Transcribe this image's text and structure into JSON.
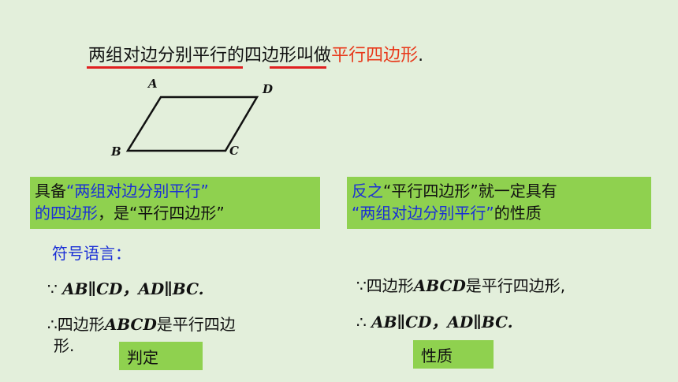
{
  "definition": {
    "part1": "两组对边分别平行",
    "part2": "的",
    "part3": "四边形",
    "part4": "叫做",
    "part5": "平行四边形",
    "part6": "."
  },
  "figure": {
    "vertex_a": "A",
    "vertex_b": "B",
    "vertex_c": "C",
    "vertex_d": "D"
  },
  "left_box": {
    "line1_prefix": "具备",
    "line1_quote": "“两组对边分别平行”",
    "line2_quote": "的四边形",
    "line2_suffix": "，是“平行四边形”"
  },
  "right_box": {
    "line1_prefix": "反之",
    "line1_suffix": "“平行四边形”就一定具有",
    "line2_quote": "“两组对边分别平行”",
    "line2_suffix": "的性质"
  },
  "symbol_label": "符号语言：",
  "left_proof": {
    "because_symbol": "∵",
    "because_expr": "AB∥CD，AD∥BC.",
    "therefore_symbol": "∴",
    "therefore_prefix": "四边形",
    "therefore_name": "ABCD",
    "therefore_suffix": "是平行四边",
    "therefore_wrap": "形."
  },
  "right_proof": {
    "because_symbol": "∵",
    "because_prefix": "四边形",
    "because_name": "ABCD",
    "because_suffix": "是平行四边形,",
    "therefore_symbol": "∴",
    "therefore_expr": "AB∥CD，AD∥BC."
  },
  "tags": {
    "judgement": "判定",
    "property": "性质"
  },
  "colors": {
    "background": "#e3efdb",
    "box_green": "#8fd14f",
    "accent_red": "#e8381a",
    "text_blue": "#1a2fd6"
  }
}
